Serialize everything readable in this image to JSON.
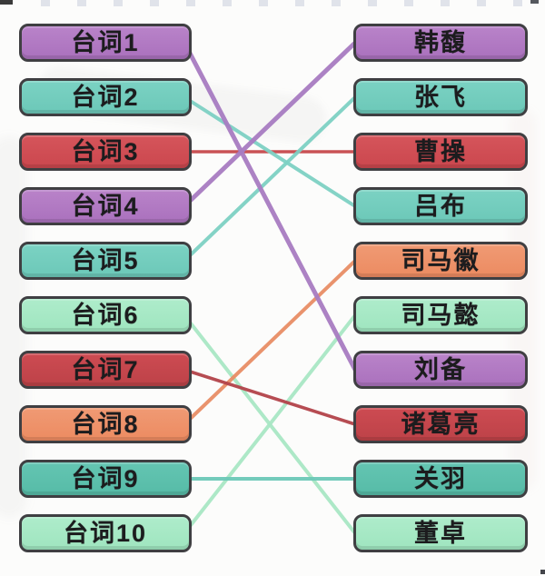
{
  "board": {
    "left_items": [
      {
        "label": "台词1",
        "color": "purple"
      },
      {
        "label": "台词2",
        "color": "teal"
      },
      {
        "label": "台词3",
        "color": "red"
      },
      {
        "label": "台词4",
        "color": "purple"
      },
      {
        "label": "台词5",
        "color": "teal"
      },
      {
        "label": "台词6",
        "color": "mint"
      },
      {
        "label": "台词7",
        "color": "darkred"
      },
      {
        "label": "台词8",
        "color": "orange"
      },
      {
        "label": "台词9",
        "color": "darkteal"
      },
      {
        "label": "台词10",
        "color": "mint"
      }
    ],
    "right_items": [
      {
        "label": "韩馥",
        "color": "purple"
      },
      {
        "label": "张飞",
        "color": "teal"
      },
      {
        "label": "曹操",
        "color": "red"
      },
      {
        "label": "吕布",
        "color": "teal"
      },
      {
        "label": "司马徽",
        "color": "orange"
      },
      {
        "label": "司马懿",
        "color": "mint"
      },
      {
        "label": "刘备",
        "color": "purple"
      },
      {
        "label": "诸葛亮",
        "color": "darkred"
      },
      {
        "label": "关羽",
        "color": "darkteal"
      },
      {
        "label": "董卓",
        "color": "mint"
      }
    ],
    "connections": [
      {
        "from": 1,
        "to": 7,
        "color": "purple"
      },
      {
        "from": 2,
        "to": 4,
        "color": "teal"
      },
      {
        "from": 3,
        "to": 3,
        "color": "red"
      },
      {
        "from": 4,
        "to": 1,
        "color": "purple"
      },
      {
        "from": 5,
        "to": 2,
        "color": "teal"
      },
      {
        "from": 6,
        "to": 10,
        "color": "mint"
      },
      {
        "from": 7,
        "to": 8,
        "color": "darkred"
      },
      {
        "from": 8,
        "to": 5,
        "color": "orange"
      },
      {
        "from": 9,
        "to": 9,
        "color": "darkteal"
      },
      {
        "from": 10,
        "to": 6,
        "color": "mint"
      }
    ],
    "colors": {
      "purple": {
        "fill": "#b983c9",
        "fill_dark": "#aa71bd",
        "line": "#a87cc2"
      },
      "teal": {
        "fill": "#7bd2c3",
        "fill_dark": "#6cc8b8",
        "line": "#7ed1c4"
      },
      "red": {
        "fill": "#d5555b",
        "fill_dark": "#cb474e",
        "line": "#c7494d"
      },
      "darkred": {
        "fill": "#cd4b52",
        "fill_dark": "#bd4248",
        "line": "#b3434a"
      },
      "orange": {
        "fill": "#f09a74",
        "fill_dark": "#ec8b61",
        "line": "#e98e66"
      },
      "mint": {
        "fill": "#aeeccb",
        "fill_dark": "#9fe5bf",
        "line": "#a9e7c5"
      },
      "darkteal": {
        "fill": "#64c5b2",
        "fill_dark": "#56bba7",
        "line": "#6cc9b8"
      }
    },
    "border_color": "#3f3f42",
    "text_color": "#1c1c1e"
  }
}
